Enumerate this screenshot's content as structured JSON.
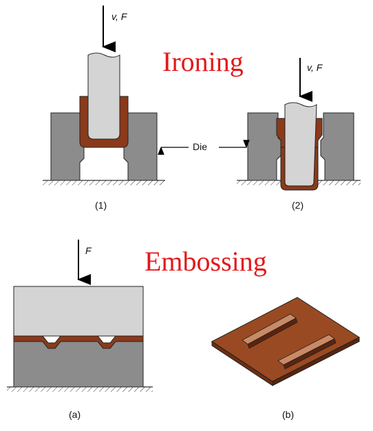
{
  "titles": {
    "ironing": "Ironing",
    "embossing": "Embossing"
  },
  "labels": {
    "force_1": "v, F",
    "force_2": "v, F",
    "force_emboss": "F",
    "die": "Die",
    "step_1": "(1)",
    "step_2": "(2)",
    "part_a": "(a)",
    "part_b": "(b)"
  },
  "colors": {
    "title": "#e3191c",
    "die": "#8c8c8c",
    "punch": "#d4d4d4",
    "workpiece": "#8b3a1a",
    "sheet": "#9a4a22"
  }
}
